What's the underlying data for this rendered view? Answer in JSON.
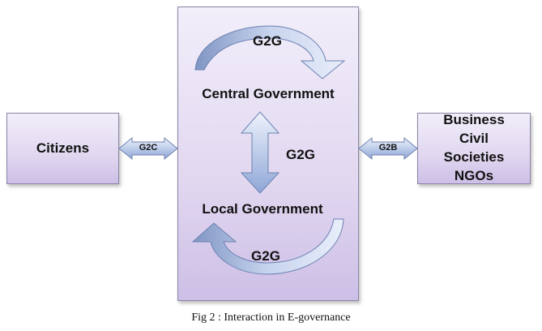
{
  "nodes": {
    "citizens": "Citizens",
    "central_government": "Central Government",
    "local_government": "Local Government",
    "business_lines": [
      "Business",
      "Civil",
      "Societies",
      "NGOs"
    ]
  },
  "edges": {
    "g2g_top": "G2G",
    "g2g_middle": "G2G",
    "g2g_bottom": "G2G",
    "g2c": "G2C",
    "g2b": "G2B"
  },
  "caption": "Fig 2 : Interaction in E-governance"
}
